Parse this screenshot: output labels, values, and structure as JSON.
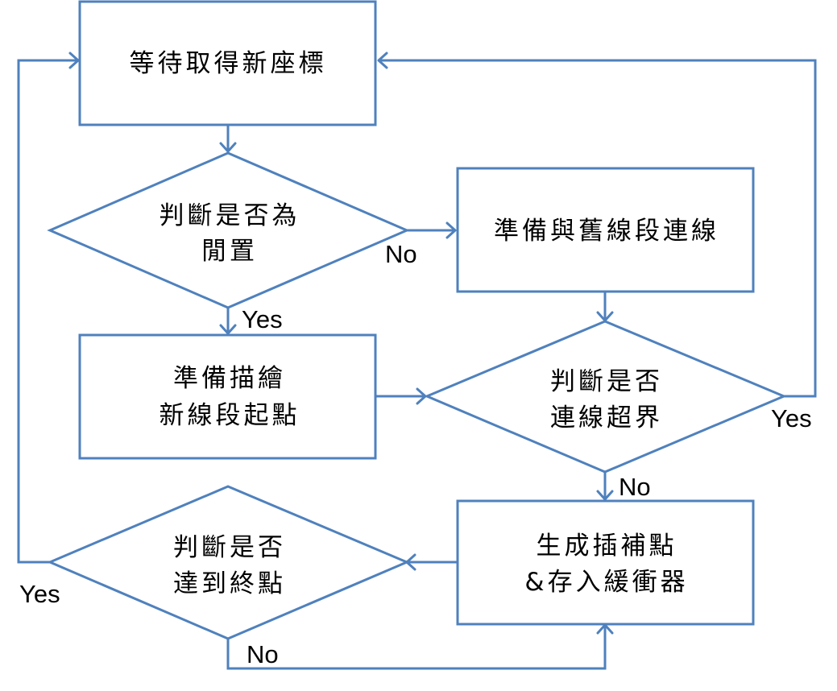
{
  "diagram": {
    "nodes": {
      "wait": {
        "lines": [
          "等待取得新座標"
        ]
      },
      "is_idle": {
        "lines": [
          "判斷是否為",
          "閒置"
        ]
      },
      "connect_old": {
        "lines": [
          "準備與舊線段連線"
        ]
      },
      "prep_start": {
        "lines": [
          "準備描繪",
          "新線段起點"
        ]
      },
      "out_of_bounds": {
        "lines": [
          "判斷是否",
          "連線超界"
        ]
      },
      "gen_points": {
        "lines": [
          "生成插補點",
          "&存入緩衝器"
        ]
      },
      "reached_end": {
        "lines": [
          "判斷是否",
          "達到終點"
        ]
      }
    },
    "edge_labels": {
      "idle_no": "No",
      "idle_yes": "Yes",
      "bounds_yes": "Yes",
      "bounds_no": "No",
      "end_yes": "Yes",
      "end_no": "No"
    },
    "colors": {
      "stroke": "#4f81bd",
      "fill": "#ffffff",
      "text": "#000000"
    }
  }
}
